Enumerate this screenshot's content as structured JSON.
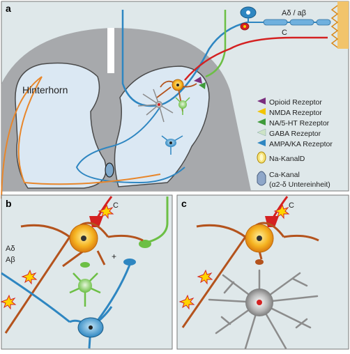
{
  "panels": {
    "a": {
      "letter": "a",
      "region_label": "Hinterhorn",
      "fiber_labels": {
        "ad_ab": "Aδ / aβ",
        "c": "C"
      },
      "legend": [
        {
          "label": "Opioid Rezeptor",
          "color": "#7a2e7e"
        },
        {
          "label": "NMDA Rezeptor",
          "color": "#f2c400"
        },
        {
          "label": "NA/5-HT Rezeptor",
          "color": "#3e9a3a"
        },
        {
          "label": "GABA Rezeptor",
          "color": "#cde3c6"
        },
        {
          "label": "AMPA/KA Rezeptor",
          "color": "#2e86c1"
        }
      ],
      "channels": {
        "na": "Na-KanalD",
        "ca_line1": "Ca-Kanal",
        "ca_line2": "(α2-δ Untereinheit)"
      }
    },
    "b": {
      "letter": "b",
      "fiber_labels": {
        "c": "C",
        "ad": "Aδ",
        "ab": "Aβ",
        "plus": "+"
      }
    },
    "c": {
      "letter": "c",
      "fiber_labels": {
        "c": "C"
      }
    }
  },
  "colors": {
    "panel_bg": "#dfe8ea",
    "grey_matter": "#a7a9ac",
    "horn": "#dbe8f3",
    "red_fiber": "#d42121",
    "blue_fiber": "#2e86c1",
    "orange_fiber": "#e8862a",
    "green_fiber": "#6cbf45",
    "neuron_yellow": "#f5a623",
    "axon_brown": "#b4531d",
    "glia_grey": "#8c8c8c"
  }
}
